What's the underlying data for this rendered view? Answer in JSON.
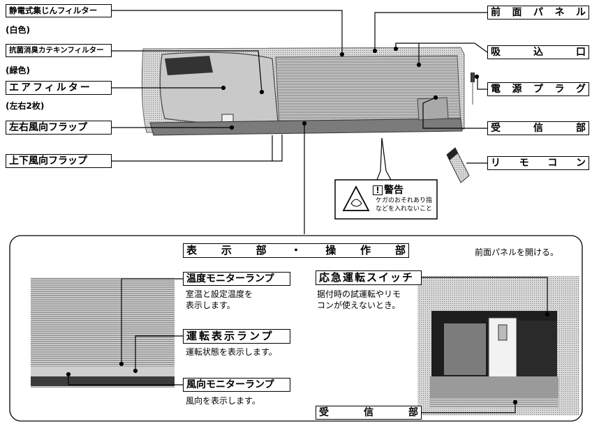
{
  "parts_left": [
    {
      "label": "静電式集じんフィルター",
      "sub": "(白色)"
    },
    {
      "label": "抗菌消臭カテキンフィルター",
      "sub": "(緑色)"
    },
    {
      "label": "エアフィルター",
      "sub": "(左右2枚)"
    },
    {
      "label": "左右風向フラップ"
    },
    {
      "label": "上下風向フラップ"
    }
  ],
  "parts_right": [
    {
      "chars": [
        "前",
        "面",
        "パ",
        "ネ",
        "ル"
      ]
    },
    {
      "chars": [
        "吸",
        "込",
        "口"
      ]
    },
    {
      "chars": [
        "電",
        "源",
        "プ",
        "ラ",
        "グ"
      ]
    },
    {
      "chars": [
        "受",
        "信",
        "部"
      ]
    },
    {
      "chars": [
        "リ",
        "モ",
        "コ",
        "ン"
      ]
    }
  ],
  "warning": {
    "title": "警告",
    "line1": "ケガのおそれあり指",
    "line2": "などを入れないこと"
  },
  "panel": {
    "heading_chars": [
      "表",
      "示",
      "部",
      "・",
      "操",
      "作",
      "部"
    ],
    "note": "前面パネルを開ける。",
    "temp_lamp": {
      "label": "温度モニターランプ",
      "desc1": "室温と設定温度を",
      "desc2": "表示します。"
    },
    "run_lamp": {
      "label": "運転表示ランプ",
      "desc": "運転状態を表示します。"
    },
    "wind_lamp": {
      "label": "風向モニターランプ",
      "desc": "風向を表示します。"
    },
    "emergency": {
      "label": "応急運転スイッチ",
      "desc1": "据付時の試運転やリモ",
      "desc2": "コンが使えないとき。"
    },
    "receiver_chars": [
      "受",
      "信",
      "部"
    ]
  }
}
